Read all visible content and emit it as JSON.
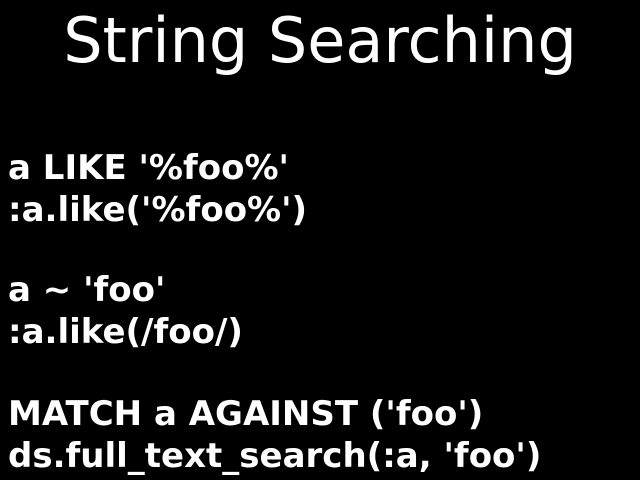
{
  "slide": {
    "title": "String Searching",
    "lines": [
      "a LIKE '%foo%'",
      ":a.like('%foo%')",
      "a ~ 'foo'",
      ":a.like(/foo/)",
      "MATCH a AGAINST ('foo')",
      "ds.full_text_search(:a, 'foo')"
    ]
  },
  "colors": {
    "background": "#000000",
    "text": "#ffffff"
  }
}
